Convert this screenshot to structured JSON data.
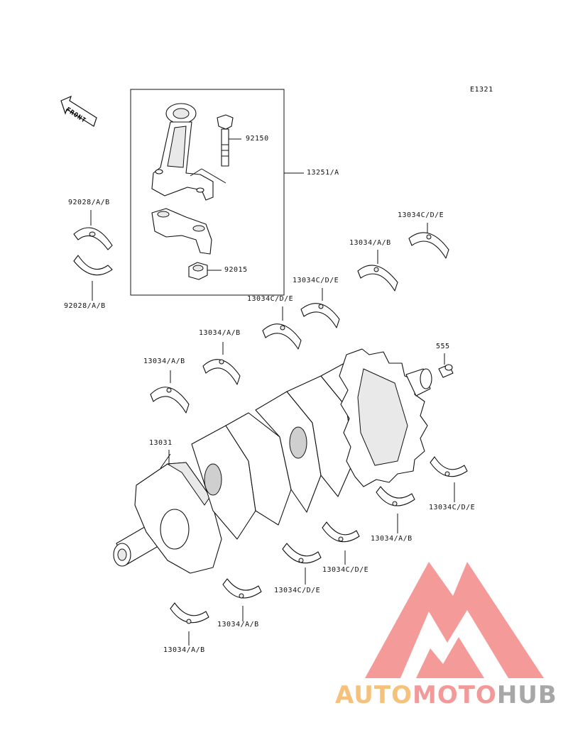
{
  "diagram_code": "E1321",
  "front_label": "FRONT",
  "labels": {
    "p92150": "92150",
    "p13251": "13251/A",
    "p92028_top": "92028/A/B",
    "p92028_bottom": "92028/A/B",
    "p92015": "92015",
    "p13034cde_a": "13034C/D/E",
    "p13034ab_a": "13034/A/B",
    "p13034cde_b": "13034C/D/E",
    "p13034cde_c": "13034C/D/E",
    "p13034ab_b": "13034/A/B",
    "p13034ab_c": "13034/A/B",
    "p555": "555",
    "p13031": "13031",
    "p13034cde_d": "13034C/D/E",
    "p13034ab_d": "13034/A/B",
    "p13034cde_e": "13034C/D/E",
    "p13034cde_f": "13034C/D/E",
    "p13034ab_e": "13034/A/B",
    "p13034ab_f": "13034/A/B"
  },
  "watermark": {
    "brand_part1": "AUTO",
    "brand_part2": "MOTO",
    "brand_part3": "HUB",
    "color_auto": "#f6c17a",
    "color_moto": "#f29a9a",
    "color_hub": "#a7a7a7",
    "color_logo": "#f07a78"
  }
}
